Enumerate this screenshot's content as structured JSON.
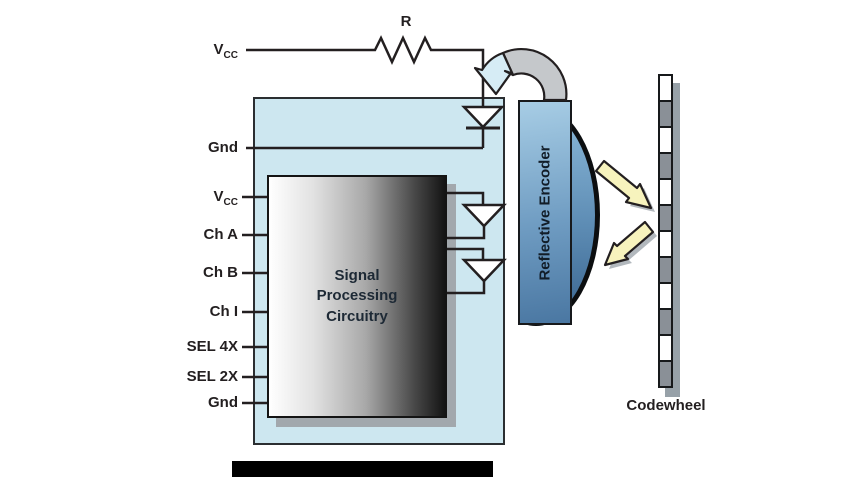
{
  "pins": [
    {
      "main": "V",
      "sub": "CC"
    },
    {
      "main": "Gnd",
      "sub": ""
    },
    {
      "main": "V",
      "sub": "CC"
    },
    {
      "main": "Ch A",
      "sub": ""
    },
    {
      "main": "Ch B",
      "sub": ""
    },
    {
      "main": "Ch I",
      "sub": ""
    },
    {
      "main": "SEL 4X",
      "sub": ""
    },
    {
      "main": "SEL 2X",
      "sub": ""
    },
    {
      "main": "Gnd",
      "sub": ""
    }
  ],
  "labels": {
    "resistor": "R",
    "signal_block": "Signal\nProcessing\nCircuitry",
    "encoder": "Reflective Encoder",
    "codewheel": "Codewheel"
  },
  "icons": {
    "led": "led-diode-icon",
    "photodiode": "photodiode-icon",
    "resistor": "resistor-zigzag-icon",
    "emitted_light": "light-arrow-out-icon",
    "reflected_light": "light-arrow-back-icon",
    "wraparound": "curved-ribbon-arrow-icon"
  },
  "colors": {
    "wire": "#231f20",
    "box_fill": "#cde7f0",
    "encoder_blue_top": "#a7cde5",
    "encoder_blue_bottom": "#4a77a2",
    "lens_blue_top": "#8cb9d9",
    "lens_blue_bottom": "#3a6590",
    "arrow_yellow": "#f7f3bd",
    "arch_blue": "#d6ecf5",
    "arch_gray": "#c5c8cb",
    "codewheel_gray": "#8a9097",
    "shadow_gray": "#9aa1a8",
    "redaction_black": "#000000"
  }
}
